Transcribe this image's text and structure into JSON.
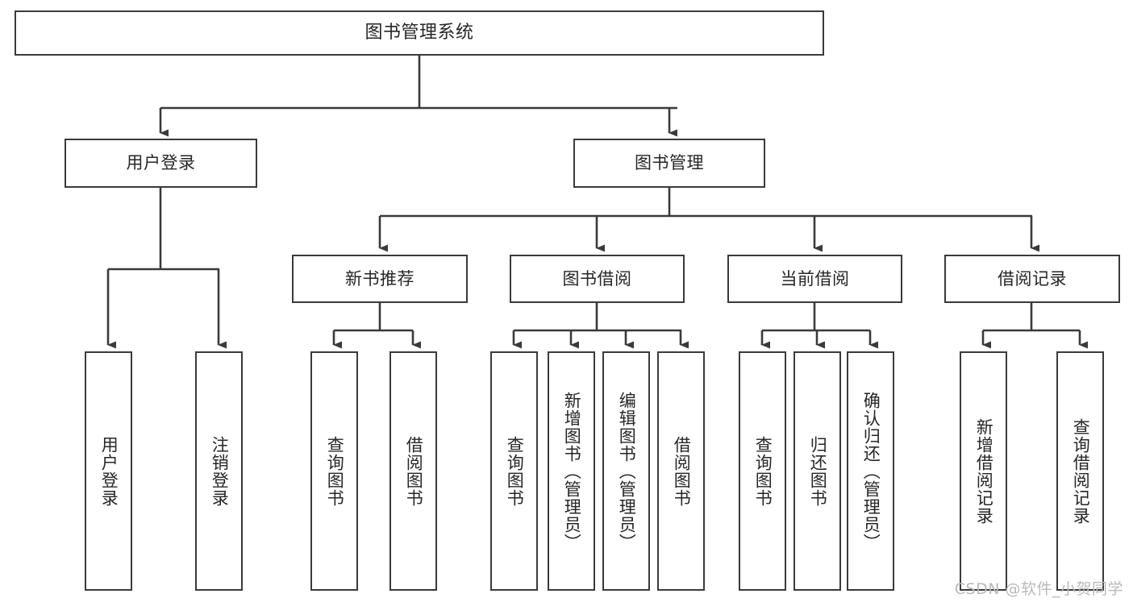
{
  "diagram": {
    "title": "图书管理系统",
    "type": "tree",
    "background_color": "#ffffff",
    "line_color": "#3a3a3a",
    "text_color": "#262626",
    "watermark": "CSDN @软件_小贺同学"
  },
  "nodes": {
    "root": {
      "label": "图书管理系统"
    },
    "level2": [
      {
        "id": "user-login",
        "label": "用户登录"
      },
      {
        "id": "book-manage",
        "label": "图书管理"
      }
    ],
    "level3": [
      {
        "id": "new-book-recommend",
        "label": "新书推荐"
      },
      {
        "id": "book-borrow",
        "label": "图书借阅"
      },
      {
        "id": "current-borrow",
        "label": "当前借阅"
      },
      {
        "id": "borrow-record",
        "label": "借阅记录"
      }
    ],
    "leaves": {
      "user_login": [
        {
          "id": "leaf-user-login",
          "label": "用户登录"
        },
        {
          "id": "leaf-logout-login",
          "label": "注销登录"
        }
      ],
      "new_book_recommend": [
        {
          "id": "leaf-query-book-1",
          "label": "查询图书"
        },
        {
          "id": "leaf-borrow-book-1",
          "label": "借阅图书"
        }
      ],
      "book_borrow": [
        {
          "id": "leaf-query-book-2",
          "label": "查询图书"
        },
        {
          "id": "leaf-add-book",
          "label": "新增图书（管理员）"
        },
        {
          "id": "leaf-edit-book",
          "label": "编辑图书（管理员）"
        },
        {
          "id": "leaf-borrow-book-2",
          "label": "借阅图书"
        }
      ],
      "current_borrow": [
        {
          "id": "leaf-query-book-3",
          "label": "查询图书"
        },
        {
          "id": "leaf-return-book",
          "label": "归还图书"
        },
        {
          "id": "leaf-confirm-return",
          "label": "确认归还（管理员）"
        }
      ],
      "borrow_record": [
        {
          "id": "leaf-add-record",
          "label": "新增借阅记录"
        },
        {
          "id": "leaf-query-record",
          "label": "查询借阅记录"
        }
      ]
    }
  }
}
